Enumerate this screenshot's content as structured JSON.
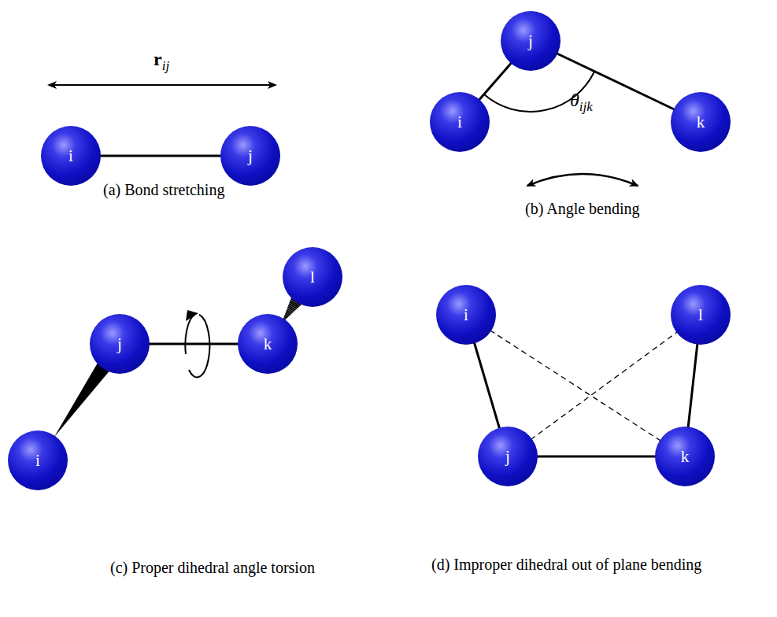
{
  "diagram": {
    "nodes": [
      {
        "text": [
          "i"
        ]
      },
      {
        "text": [
          "j"
        ]
      },
      {
        "text": [
          "j"
        ]
      },
      {
        "text": [
          "i"
        ]
      },
      {
        "text": [
          "k"
        ]
      },
      {
        "text": [
          "l"
        ]
      },
      {
        "text": [
          "j"
        ]
      },
      {
        "text": [
          "k"
        ]
      },
      {
        "text": [
          "i"
        ]
      },
      {
        "text": [
          "i"
        ]
      },
      {
        "text": [
          "l"
        ]
      },
      {
        "text": [
          "j"
        ]
      },
      {
        "text": [
          "k"
        ]
      }
    ],
    "edges": [
      {
        "from": 0,
        "to": 1,
        "arrow": "none"
      },
      {
        "from": 2,
        "to": 3,
        "arrow": "none"
      },
      {
        "from": 2,
        "to": 4,
        "arrow": "none"
      },
      {
        "from": 8,
        "to": 6,
        "arrow": "none"
      },
      {
        "from": 6,
        "to": 7,
        "arrow": "none"
      },
      {
        "from": 7,
        "to": 5,
        "arrow": "none"
      },
      {
        "from": 9,
        "to": 11,
        "arrow": "none"
      },
      {
        "from": 11,
        "to": 12,
        "arrow": "none"
      },
      {
        "from": 12,
        "to": 10,
        "arrow": "none"
      },
      {
        "from": 9,
        "to": 12,
        "arrow": "none"
      },
      {
        "from": 11,
        "to": 10,
        "arrow": "none"
      }
    ],
    "labels": [
      "rij",
      "θijk",
      "(a) Bond stretching",
      "(b) Angle bending",
      "(c) Proper dihedral angle torsion",
      "(d) Improper dihedral out of plane bending"
    ]
  }
}
